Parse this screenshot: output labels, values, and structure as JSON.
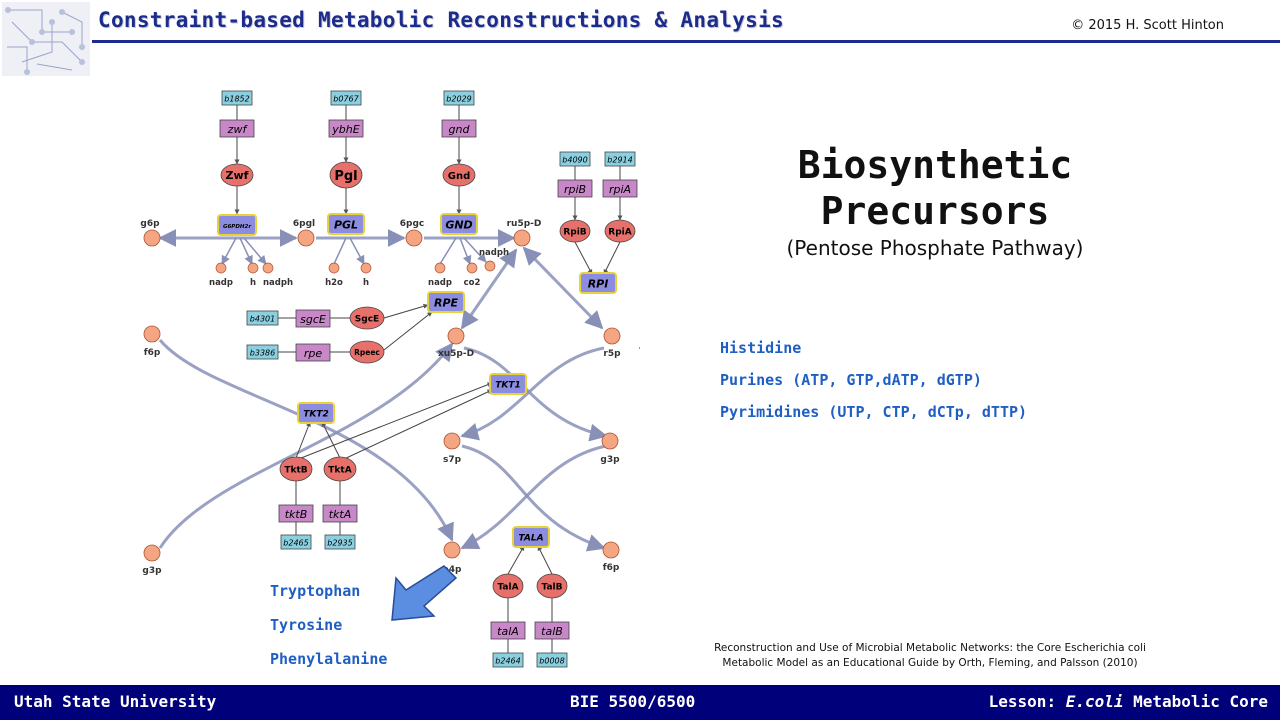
{
  "header": {
    "title": "Constraint-based Metabolic Reconstructions & Analysis",
    "copyright": "© 2015 H. Scott Hinton"
  },
  "slide": {
    "title_line1": "Biosynthetic",
    "title_line2": "Precursors",
    "subtitle": "(Pentose Phosphate Pathway)"
  },
  "products_right": [
    "Histidine",
    "Purines (ATP, GTP,dATP, dGTP)",
    "Pyrimidines (UTP, CTP, dCTp, dTTP)"
  ],
  "products_left": [
    "Tryptophan",
    "Tyrosine",
    "Phenylalanine"
  ],
  "citation": {
    "line1": "Reconstruction and Use of Microbial Metabolic Networks: the Core Escherichia coli",
    "line2": "Metabolic Model as an Educational Guide by Orth, Fleming, and Palsson (2010)"
  },
  "footer": {
    "left": "Utah State University",
    "middle": "BIE 5500/6500",
    "right_prefix": "Lesson: ",
    "right_italic": "E.coli",
    "right_suffix": " Metabolic Core"
  },
  "colors": {
    "header_text": "#1c2c8c",
    "footer_bg": "#00007a",
    "product_text": "#1f5fc4",
    "metabolite": "#f4a582",
    "enzyme": "#e8706a",
    "reaction_box": "#8c8ce0",
    "gene_box": "#c888c8",
    "locus_box": "#8ad0e0",
    "arrow_fill": "#5b8ee0"
  },
  "pathway": {
    "metabolites": {
      "g6p": "g6p",
      "6pgl": "6pgl",
      "6pgc": "6pgc",
      "ru5p": "ru5p-D",
      "f6p_left": "f6p",
      "xu5p": "xu5p-D",
      "r5p": "r5p",
      "s7p": "s7p",
      "g3p_right": "g3p",
      "g3p_left": "g3p",
      "e4p": "e4p",
      "f6p_right": "f6p",
      "nadp1": "nadp",
      "h1": "h",
      "nadph1": "nadph",
      "h2o": "h2o",
      "h2": "h",
      "nadp2": "nadp",
      "co2": "co2",
      "nadph2": "nadph"
    },
    "reactions": {
      "g6pdh": "G6PDH2r",
      "pgl": "PGL",
      "gnd": "GND",
      "rpi": "RPI",
      "rpe": "RPE",
      "tkt1": "TKT1",
      "tkt2": "TKT2",
      "tala": "TALA"
    },
    "enzymes": {
      "zwf": "Zwf",
      "pgl": "Pgl",
      "gnd": "Gnd",
      "rpib": "RpiB",
      "rpia": "RpiA",
      "sgce": "SgcE",
      "rpeec": "Rpeec",
      "tktb": "TktB",
      "tkta": "TktA",
      "tala": "TalA",
      "talb": "TalB"
    },
    "genes": {
      "zwf": "zwf",
      "ybhe": "ybhE",
      "gnd": "gnd",
      "rpib": "rpiB",
      "rpia": "rpiA",
      "sgce": "sgcE",
      "rpe": "rpe",
      "tktb": "tktB",
      "tkta": "tktA",
      "tala": "talA",
      "talb": "talB"
    },
    "loci": {
      "b1852": "b1852",
      "b0767": "b0767",
      "b2029": "b2029",
      "b4090": "b4090",
      "b2914": "b2914",
      "b4301": "b4301",
      "b3386": "b3386",
      "b2465": "b2465",
      "b2935": "b2935",
      "b2464": "b2464",
      "b0008": "b0008"
    }
  }
}
